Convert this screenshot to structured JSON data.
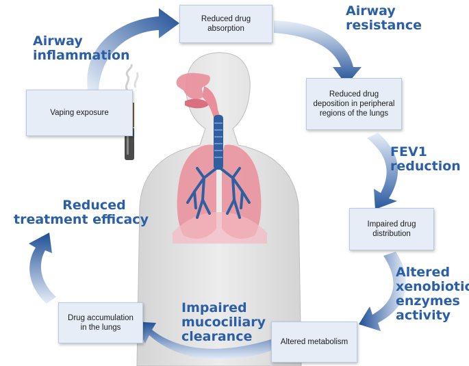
{
  "boxes": {
    "vaping": "Vaping exposure",
    "absorption": "Reduced drug absorption",
    "deposition": "Reduced drug deposition in peripheral regions of the lungs",
    "distribution": "Impaired drug distribution",
    "metabolism": "Altered metabolism",
    "accumulation": "Drug accumulation in the lungs"
  },
  "labels": {
    "airway_inflammation": [
      "Airway",
      "inflammation"
    ],
    "airway_resistance": [
      "Airway",
      "resistance"
    ],
    "fev1_reduction": [
      "FEV1",
      "reduction"
    ],
    "altered_enzymes": [
      "Altered",
      "xenobiotic",
      "enzymes",
      "activity"
    ],
    "mucociliary": [
      "Impaired",
      "mucociliary",
      "clearance"
    ],
    "efficacy": [
      "Reduced",
      "treatment efficacy"
    ]
  },
  "colors": {
    "arrow_dark": "#1f4f96",
    "arrow_light": "#e4ecf6",
    "label_blue": "#2a5ea6",
    "box_fill": "#e6edf7",
    "body_gray": "#e4e4e4",
    "lung_pink": "#e98e9a",
    "airway_blue": "#2f5f9e"
  },
  "icons": [
    "human-torso-illustration",
    "lungs-illustration",
    "e-cigarette-icon"
  ]
}
